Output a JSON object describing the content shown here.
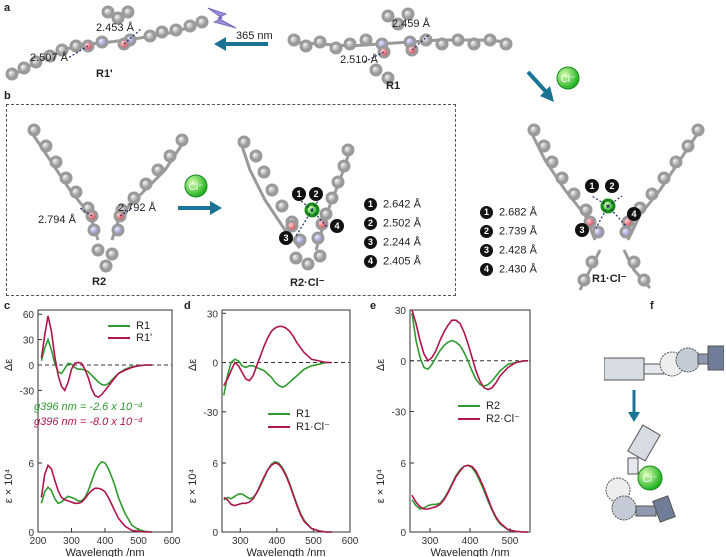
{
  "panels": {
    "a": "a",
    "b": "b",
    "c": "c",
    "d": "d",
    "e": "e",
    "f": "f"
  },
  "structures": {
    "r1prime": {
      "label": "R1'",
      "d1": "2.453 Å",
      "d2": "2.507 Å"
    },
    "r1": {
      "label": "R1",
      "d1": "2.459 Å",
      "d2": "2.510 Å"
    },
    "r2": {
      "label": "R2",
      "d1": "2.794 Å",
      "d2": "2.792 Å"
    },
    "r2cl": {
      "label": "R2·Cl⁻",
      "distances": [
        {
          "n": "1",
          "v": "2.642 Å"
        },
        {
          "n": "2",
          "v": "2.502 Å"
        },
        {
          "n": "3",
          "v": "2.244 Å"
        },
        {
          "n": "4",
          "v": "2.405 Å"
        }
      ]
    },
    "r1cl": {
      "label": "R1·Cl⁻",
      "distances": [
        {
          "n": "1",
          "v": "2.682 Å"
        },
        {
          "n": "2",
          "v": "2.739 Å"
        },
        {
          "n": "3",
          "v": "2.428 Å"
        },
        {
          "n": "4",
          "v": "2.430 Å"
        }
      ]
    },
    "irradiation": "365 nm",
    "chloride": "Cl⁻",
    "site_numbers": [
      "1",
      "2",
      "3",
      "4"
    ]
  },
  "colors": {
    "green": "#2e9a2e",
    "crimson": "#b0144c",
    "arrow": "#1a7394"
  },
  "chart_data": [
    {
      "panel": "c",
      "type": "line",
      "ylabel_top": "Δε",
      "ylabel_bottom": "ε × 10⁴",
      "xlabel": "Wavelength /nm",
      "xlim": [
        200,
        600
      ],
      "xticks": [
        200,
        300,
        400,
        500,
        600
      ],
      "cd_ylim": [
        -65,
        65
      ],
      "cd_yticks": [
        -30,
        0,
        30,
        60
      ],
      "abs_ylim": [
        0,
        8
      ],
      "abs_yticks": [
        0,
        6
      ],
      "legend": [
        "R1",
        "R1'"
      ],
      "annotations": [
        "g396 nm = -2.6 x 10⁻⁴",
        "g396 nm = -8.0 x 10⁻⁴"
      ],
      "series": [
        {
          "name": "R1",
          "color": "#2e9a2e",
          "kind": "cd",
          "x": [
            210,
            220,
            230,
            240,
            250,
            260,
            270,
            280,
            290,
            300,
            310,
            320,
            330,
            340,
            350,
            360,
            370,
            380,
            390,
            400,
            410,
            420,
            430,
            440,
            460,
            480,
            500,
            520,
            540
          ],
          "y": [
            5,
            20,
            30,
            18,
            2,
            -8,
            -10,
            -4,
            2,
            1,
            -3,
            -5,
            -5,
            -6,
            -8,
            -12,
            -16,
            -20,
            -23,
            -24,
            -22,
            -18,
            -14,
            -10,
            -5,
            -2,
            -1,
            0,
            0
          ]
        },
        {
          "name": "R1'",
          "color": "#b0144c",
          "kind": "cd",
          "x": [
            210,
            220,
            230,
            240,
            250,
            260,
            270,
            280,
            290,
            300,
            310,
            320,
            330,
            340,
            350,
            360,
            370,
            380,
            390,
            400,
            410,
            420,
            430,
            440,
            460,
            480,
            500,
            520,
            540
          ],
          "y": [
            8,
            35,
            58,
            40,
            10,
            -12,
            -25,
            -30,
            -20,
            -5,
            2,
            3,
            2,
            -5,
            -15,
            -28,
            -36,
            -38,
            -35,
            -30,
            -25,
            -20,
            -15,
            -10,
            -6,
            -3,
            -1,
            0,
            0
          ]
        },
        {
          "name": "R1",
          "color": "#2e9a2e",
          "kind": "abs",
          "x": [
            210,
            220,
            230,
            240,
            250,
            260,
            270,
            280,
            290,
            300,
            310,
            320,
            330,
            340,
            350,
            360,
            370,
            380,
            390,
            400,
            410,
            420,
            430,
            440,
            460,
            480,
            500,
            520,
            540
          ],
          "y": [
            2.5,
            3.5,
            3.9,
            3.6,
            2.9,
            2.5,
            2.6,
            2.9,
            3.1,
            3.0,
            2.9,
            2.7,
            2.7,
            3.0,
            3.6,
            4.4,
            5.2,
            5.8,
            6.1,
            6.0,
            5.5,
            4.8,
            4.0,
            3.0,
            1.6,
            0.6,
            0.2,
            0.05,
            0
          ]
        },
        {
          "name": "R1'",
          "color": "#b0144c",
          "kind": "abs",
          "x": [
            210,
            220,
            230,
            240,
            250,
            260,
            270,
            280,
            290,
            300,
            310,
            320,
            330,
            340,
            350,
            360,
            370,
            380,
            390,
            400,
            410,
            420,
            430,
            440,
            460,
            480,
            500,
            520,
            540
          ],
          "y": [
            3.0,
            5.0,
            5.8,
            5.5,
            4.5,
            3.6,
            3.0,
            2.8,
            2.7,
            2.6,
            2.5,
            2.5,
            2.6,
            2.9,
            3.3,
            3.6,
            3.8,
            3.8,
            3.7,
            3.5,
            3.0,
            2.4,
            1.8,
            1.2,
            0.5,
            0.15,
            0.05,
            0,
            0
          ]
        }
      ]
    },
    {
      "panel": "d",
      "type": "line",
      "ylabel_top": "Δε",
      "ylabel_bottom": "ε × 10⁴",
      "xlabel": "Wavelength /nm",
      "xlim": [
        250,
        600
      ],
      "xticks": [
        300,
        400,
        500,
        600
      ],
      "cd_ylim": [
        -35,
        32
      ],
      "cd_yticks": [
        -30,
        0,
        30
      ],
      "abs_ylim": [
        0,
        8
      ],
      "abs_yticks": [
        0,
        6
      ],
      "legend": [
        "R1",
        "R1·Cl⁻"
      ],
      "series": [
        {
          "name": "R1",
          "color": "#2e9a2e",
          "kind": "cd",
          "x": [
            255,
            265,
            275,
            285,
            295,
            305,
            315,
            325,
            335,
            345,
            355,
            365,
            375,
            385,
            395,
            405,
            415,
            425,
            435,
            445,
            455,
            465,
            475,
            495,
            515,
            535,
            550
          ],
          "y": [
            -20,
            -8,
            0,
            2,
            1,
            -2,
            -3,
            -2,
            -2,
            -3,
            -4,
            -5,
            -7,
            -9,
            -12,
            -14,
            -15,
            -14,
            -12,
            -10,
            -8,
            -6,
            -4,
            -2,
            -1,
            0,
            0
          ]
        },
        {
          "name": "R1·Cl⁻",
          "color": "#b0144c",
          "kind": "cd",
          "x": [
            255,
            265,
            275,
            285,
            295,
            305,
            315,
            325,
            335,
            345,
            355,
            365,
            375,
            385,
            395,
            405,
            415,
            425,
            435,
            445,
            455,
            465,
            475,
            495,
            515,
            535,
            550
          ],
          "y": [
            -14,
            -10,
            -5,
            0,
            -2,
            -6,
            -10,
            -11,
            -8,
            -2,
            4,
            10,
            15,
            19,
            21,
            22,
            22,
            21,
            19,
            16,
            12,
            9,
            6,
            2,
            1,
            0,
            0
          ]
        },
        {
          "name": "R1",
          "color": "#2e9a2e",
          "kind": "abs",
          "x": [
            255,
            265,
            275,
            285,
            295,
            305,
            315,
            325,
            335,
            345,
            355,
            365,
            375,
            385,
            395,
            405,
            415,
            425,
            435,
            445,
            455,
            465,
            475,
            495,
            515,
            535,
            550
          ],
          "y": [
            2.8,
            3.0,
            2.9,
            3.1,
            3.3,
            3.3,
            3.1,
            2.9,
            3.0,
            3.4,
            4.0,
            4.7,
            5.4,
            5.9,
            6.1,
            6.0,
            5.6,
            5.0,
            4.2,
            3.3,
            2.4,
            1.6,
            1.0,
            0.3,
            0.1,
            0,
            0
          ]
        },
        {
          "name": "R1·Cl⁻",
          "color": "#b0144c",
          "kind": "abs",
          "x": [
            255,
            265,
            275,
            285,
            295,
            305,
            315,
            325,
            335,
            345,
            355,
            365,
            375,
            385,
            395,
            405,
            415,
            425,
            435,
            445,
            455,
            465,
            475,
            495,
            515,
            535,
            550
          ],
          "y": [
            3.0,
            2.8,
            2.4,
            2.3,
            2.4,
            2.5,
            2.5,
            2.6,
            2.9,
            3.4,
            4.1,
            4.8,
            5.4,
            5.8,
            6.0,
            5.9,
            5.5,
            4.9,
            4.1,
            3.2,
            2.3,
            1.5,
            0.9,
            0.3,
            0.1,
            0,
            0
          ]
        }
      ]
    },
    {
      "panel": "e",
      "type": "line",
      "ylabel_top": "Δε",
      "ylabel_bottom": "ε × 10⁴",
      "xlabel": "Wavelength /nm",
      "xlim": [
        250,
        550
      ],
      "xticks": [
        300,
        400,
        500
      ],
      "cd_ylim": [
        -35,
        30
      ],
      "cd_yticks": [
        -30,
        0,
        30
      ],
      "abs_ylim": [
        0,
        8
      ],
      "abs_yticks": [
        0,
        6
      ],
      "legend": [
        "R2",
        "R2·Cl⁻"
      ],
      "series": [
        {
          "name": "R2",
          "color": "#2e9a2e",
          "kind": "cd",
          "x": [
            255,
            265,
            275,
            285,
            295,
            305,
            315,
            325,
            335,
            345,
            355,
            365,
            375,
            385,
            395,
            405,
            415,
            425,
            435,
            445,
            455,
            465,
            475,
            495,
            515,
            535,
            545
          ],
          "y": [
            28,
            12,
            2,
            -4,
            -5,
            -2,
            2,
            6,
            9,
            11,
            12,
            11,
            9,
            5,
            0,
            -6,
            -11,
            -14,
            -15,
            -14,
            -12,
            -9,
            -6,
            -2,
            -1,
            0,
            0
          ]
        },
        {
          "name": "R2·Cl⁻",
          "color": "#b0144c",
          "kind": "cd",
          "x": [
            255,
            265,
            275,
            285,
            295,
            305,
            315,
            325,
            335,
            345,
            355,
            365,
            375,
            385,
            395,
            405,
            415,
            425,
            435,
            445,
            455,
            465,
            475,
            495,
            515,
            535,
            545
          ],
          "y": [
            30,
            22,
            12,
            4,
            0,
            2,
            6,
            12,
            17,
            21,
            24,
            24,
            22,
            17,
            10,
            2,
            -6,
            -12,
            -16,
            -17,
            -16,
            -13,
            -9,
            -4,
            -1,
            0,
            0
          ]
        },
        {
          "name": "R2",
          "color": "#2e9a2e",
          "kind": "abs",
          "x": [
            255,
            265,
            275,
            285,
            295,
            305,
            315,
            325,
            335,
            345,
            355,
            365,
            375,
            385,
            395,
            405,
            415,
            425,
            435,
            445,
            455,
            465,
            475,
            495,
            515,
            535,
            545
          ],
          "y": [
            2.8,
            2.3,
            2.0,
            2.1,
            2.3,
            2.4,
            2.4,
            2.5,
            2.9,
            3.5,
            4.2,
            4.9,
            5.4,
            5.7,
            5.8,
            5.6,
            5.1,
            4.4,
            3.6,
            2.7,
            1.9,
            1.2,
            0.7,
            0.2,
            0.05,
            0,
            0
          ]
        },
        {
          "name": "R2·Cl⁻",
          "color": "#b0144c",
          "kind": "abs",
          "x": [
            255,
            265,
            275,
            285,
            295,
            305,
            315,
            325,
            335,
            345,
            355,
            365,
            375,
            385,
            395,
            405,
            415,
            425,
            435,
            445,
            455,
            465,
            475,
            495,
            515,
            535,
            545
          ],
          "y": [
            3.2,
            2.6,
            2.2,
            2.0,
            2.0,
            2.1,
            2.2,
            2.4,
            2.8,
            3.4,
            4.1,
            4.8,
            5.3,
            5.7,
            5.8,
            5.7,
            5.3,
            4.6,
            3.8,
            2.9,
            2.0,
            1.3,
            0.8,
            0.2,
            0.05,
            0,
            0
          ]
        }
      ]
    }
  ]
}
